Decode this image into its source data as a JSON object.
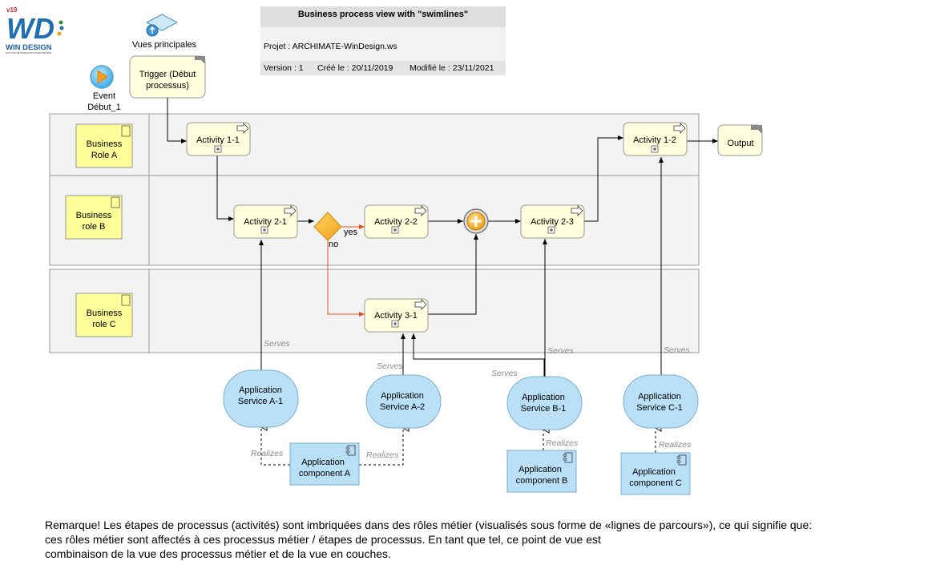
{
  "header": {
    "title": "Business process view with \"swimlines\"",
    "project": "Projet : ARCHIMATE-WinDesign.ws",
    "version": "Version : 1",
    "created": "Créé le : 20/11/2019",
    "modified": "Modifié le : 23/11/2021"
  },
  "logo": {
    "version": "v19",
    "wordmark": "WD",
    "name": "WIN DESIGN",
    "tagline": "SOLUTION DE MODELISATION D'ENTREPRISE"
  },
  "nav": {
    "label": "Vues principales"
  },
  "trigger": {
    "line1": "Trigger (Début",
    "line2": "processus)"
  },
  "event": {
    "line1": "Event",
    "line2": "Début_1"
  },
  "roles": [
    {
      "line1": "Business",
      "line2": "Role A"
    },
    {
      "line1": "Business",
      "line2": "role B"
    },
    {
      "line1": "Business",
      "line2": "role C"
    }
  ],
  "activities": {
    "a11": "Activity 1-1",
    "a12": "Activity 1-2",
    "a21": "Activity 2-1",
    "a22": "Activity 2-2",
    "a23": "Activity 2-3",
    "a31": "Activity 3-1"
  },
  "output": "Output",
  "gateway": {
    "yes": "yes",
    "no": "no"
  },
  "services": [
    {
      "line1": "Application",
      "line2": "Service A-1"
    },
    {
      "line1": "Application",
      "line2": "Service A-2"
    },
    {
      "line1": "Application",
      "line2": "Service B-1"
    },
    {
      "line1": "Application",
      "line2": "Service C-1"
    }
  ],
  "components": [
    {
      "line1": "Application",
      "line2": "component A"
    },
    {
      "line1": "Application",
      "line2": "component B"
    },
    {
      "line1": "Application",
      "line2": "component C"
    }
  ],
  "relations": {
    "serves": "Serves",
    "realizes": "Realizes"
  },
  "note": {
    "line1": "Remarque! Les étapes de processus (activités) sont imbriquées dans des rôles métier (visualisés sous forme de «lignes de parcours»), ce qui signifie que:",
    "line2": "ces rôles métier sont affectés à ces processus métier / étapes de processus. En tant que tel, ce point de vue est",
    "line3": "combinaison de la vue des processus métier et de la vue en couches."
  },
  "colors": {
    "role_fill": "#ffff99",
    "activity_fill": "#ffffdd",
    "service_fill": "#b9e0f7",
    "component_fill": "#b9e0f7",
    "flow_red": "#e05020",
    "gateway": "#f7b531"
  }
}
